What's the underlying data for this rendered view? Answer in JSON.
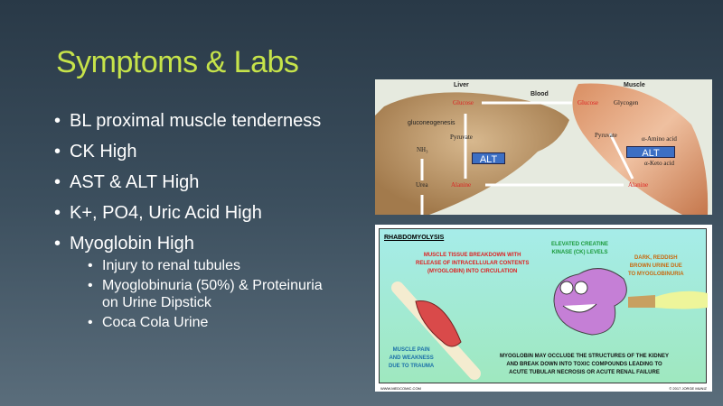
{
  "slide": {
    "title": "Symptoms & Labs",
    "bullets": [
      {
        "text": "BL proximal muscle tenderness"
      },
      {
        "text": "CK High"
      },
      {
        "text": "AST & ALT High"
      },
      {
        "text": "K+, PO4, Uric Acid High"
      },
      {
        "text": "Myoglobin  High",
        "sub": [
          "Injury to renal tubules",
          "Myoglobinuria (50%) & Proteinuria on Urine Dipstick",
          "Coca Cola Urine"
        ]
      }
    ]
  },
  "diagram": {
    "liver": "Liver",
    "blood": "Blood",
    "muscle": "Muscle",
    "glucose_l": "Glucose",
    "glucose_m": "Glucose",
    "glycogen": "Glycogen",
    "gluconeogenesis": "gluconeogenesis",
    "pyruvate_l": "Pyruvate",
    "pyruvate_m": "Pyruvate",
    "nh3": "NH₃",
    "urea": "Urea",
    "alanine_l": "Alanine",
    "alanine_m": "Alanine",
    "amino": "α-Amino acid",
    "keto": "α-Keto acid",
    "alt1": "ALT",
    "alt2": "ALT"
  },
  "comic": {
    "title": "RHABDOMYOLYSIS",
    "breakdown": "MUSCLE TISSUE BREAKDOWN WITH\nRELEASE OF INTRACELLULAR CONTENTS\n(MYOGLOBIN) INTO CIRCULATION",
    "ck": "ELEVATED CREATINE\nKINASE (CK) LEVELS",
    "urine": "DARK, REDDISH\nBROWN URINE DUE\nTO MYOGLOBINURIA",
    "pain": "MUSCLE PAIN\nAND WEAKNESS\nDUE TO TRAUMA",
    "occlude": "MYOGLOBIN MAY OCCLUDE THE STRUCTURES OF THE KIDNEY\nAND BREAK DOWN INTO TOXIC COMPOUNDS LEADING TO\nACUTE TUBULAR NECROSIS OR ACUTE RENAL FAILURE",
    "site": "WWW.MEDCOMIC.COM",
    "credit": "© 2017 JORGE MUNIZ"
  }
}
